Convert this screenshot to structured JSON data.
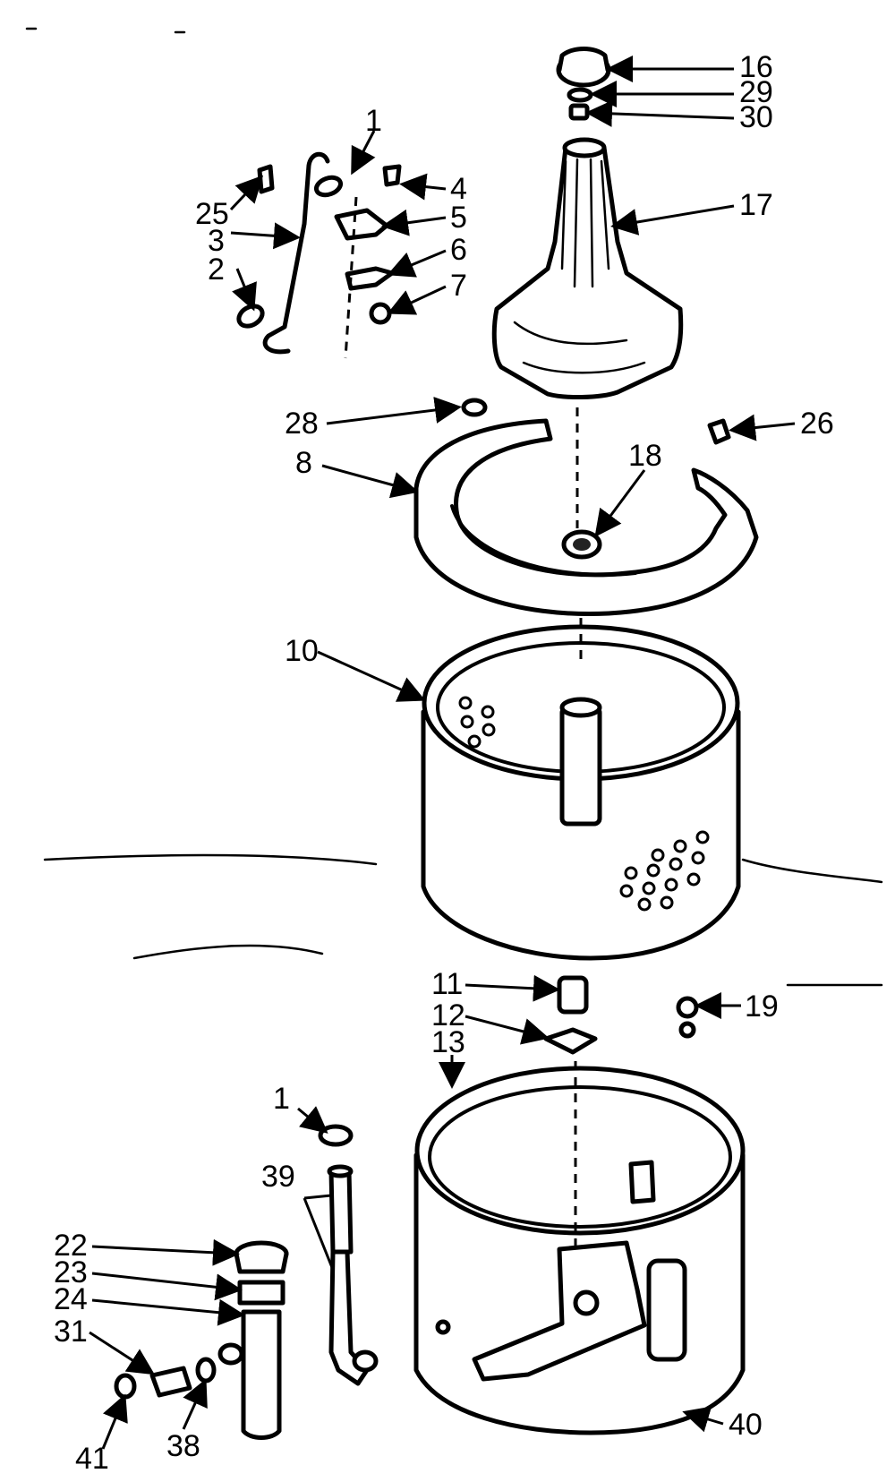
{
  "diagram": {
    "labels": {
      "p1a": "1",
      "p25": "25",
      "p3": "3",
      "p2": "2",
      "p4": "4",
      "p5": "5",
      "p6": "6",
      "p7": "7",
      "p16": "16",
      "p29": "29",
      "p30": "30",
      "p17": "17",
      "p28": "28",
      "p8": "8",
      "p18": "18",
      "p26": "26",
      "p10": "10",
      "p11": "11",
      "p12": "12",
      "p13": "13",
      "p19": "19",
      "p1b": "1",
      "p39": "39",
      "p22": "22",
      "p23": "23",
      "p24": "24",
      "p31": "31",
      "p41": "41",
      "p38": "38",
      "p40": "40"
    }
  }
}
